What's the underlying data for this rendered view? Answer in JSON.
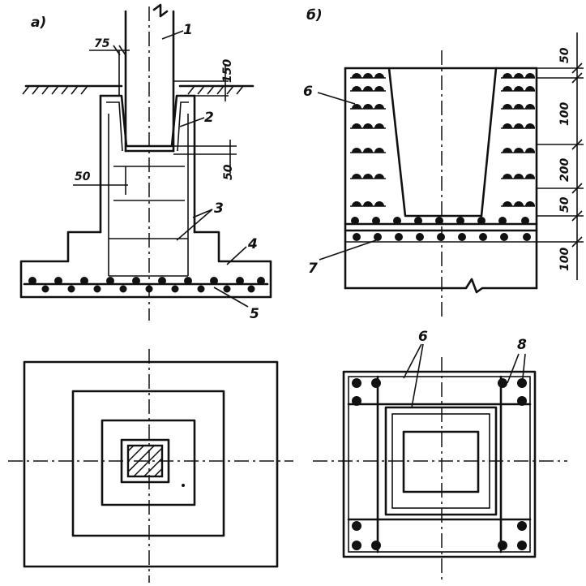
{
  "panels": {
    "a": {
      "letter": "a)"
    },
    "b": {
      "letter": "б)"
    }
  },
  "labels": {
    "l1": "1",
    "l2": "2",
    "l3": "3",
    "l4": "4",
    "l5": "5",
    "l6": "6",
    "l7": "7",
    "l6p": "6",
    "l8": "8"
  },
  "dimensions": {
    "a_75": "75",
    "a_150": "150",
    "a_50_side": "50",
    "a_50_left": "50",
    "b_50": "50",
    "b_100a": "100",
    "b_200": "200",
    "b_50b": "50",
    "b_100b": "100"
  }
}
